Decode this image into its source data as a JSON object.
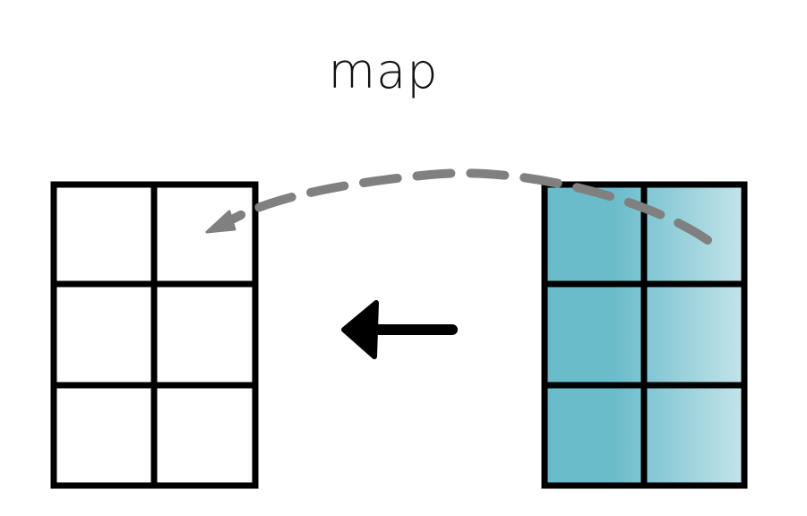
{
  "title": "map",
  "colors": {
    "stroke": "#000000",
    "arrow_dashed": "#808080",
    "fill_dark": "#6bbccb",
    "fill_light": "#c3e4ea",
    "background": "#ffffff"
  },
  "grids": {
    "source": {
      "rows": 3,
      "cols": 2,
      "filled": true
    },
    "target": {
      "rows": 3,
      "cols": 2,
      "filled": false
    }
  },
  "arrows": {
    "solid": {
      "direction": "left"
    },
    "dashed": {
      "from": "source",
      "to": "target",
      "style": "dashed"
    }
  },
  "icons": {
    "solid_arrow": "arrow-left-icon",
    "dashed_arrow": "curved-dashed-arrow-icon"
  }
}
